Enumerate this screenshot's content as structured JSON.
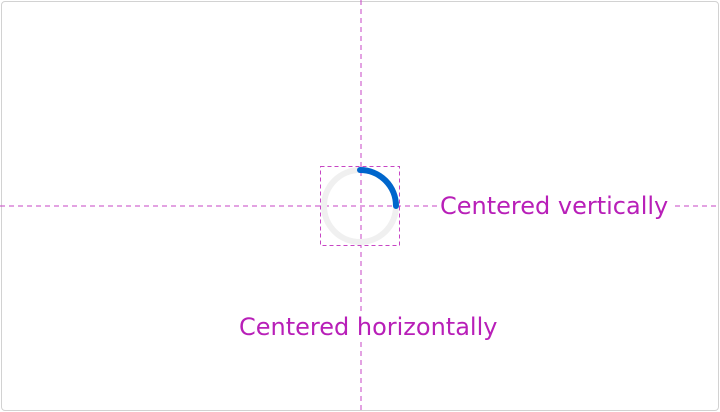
{
  "annotations": {
    "vertical_label": "Centered vertically",
    "horizontal_label": "Centered horizontally"
  },
  "spinner": {
    "progress": 0.25
  },
  "colors": {
    "guide": "#c746c4",
    "label": "#b81fb8",
    "spinner_track": "#f0f0f0",
    "spinner_arc": "#0066cc",
    "frame_border": "#d2d2d2"
  }
}
